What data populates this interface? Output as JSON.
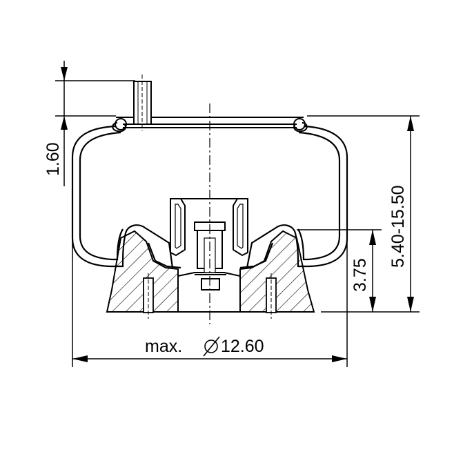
{
  "dimensions": {
    "top_stud_height": "1.60",
    "overall_height_range": "5.40-15.50",
    "piston_height": "3.75",
    "max_diameter_prefix": "max.",
    "diameter_symbol": "⌀",
    "max_diameter_value": "12.60"
  },
  "colors": {
    "line": "#000000",
    "background": "#ffffff"
  }
}
